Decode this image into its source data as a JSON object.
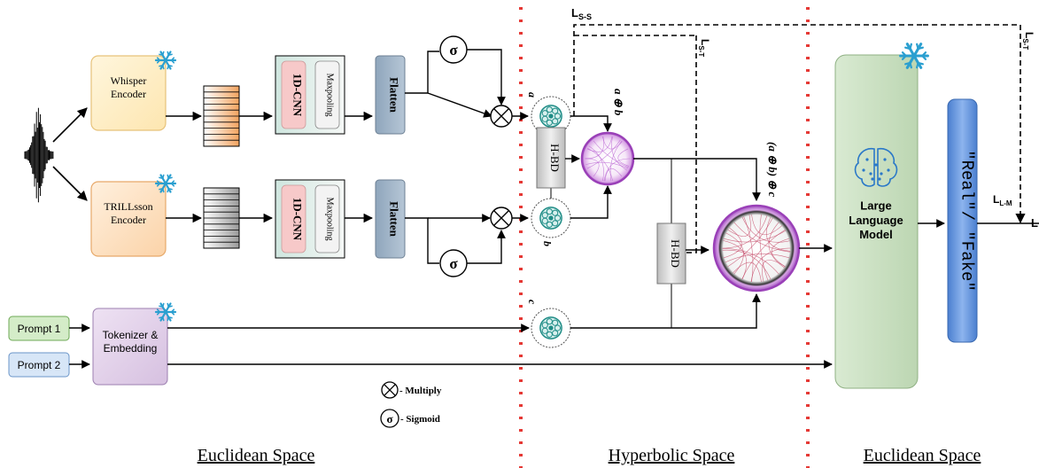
{
  "blocks": {
    "whisper": "Whisper\nEncoder",
    "trillsson": "TRILLsson\nEncoder",
    "cnn": "1D-CNN",
    "maxpool": "Maxpooling",
    "flatten": "Flatten",
    "tokenizer": "Tokenizer &\nEmbedding",
    "prompt1": "Prompt 1",
    "prompt2": "Prompt 2",
    "hbd": "H-BD",
    "llm": "Large\nLanguage\nModel",
    "output": "\"Real\"/ \"Fake\""
  },
  "math": {
    "a": "a",
    "b": "b",
    "c": "c",
    "ab": "a ⊕ b",
    "abc": "(a ⊕ b) ⊕ c"
  },
  "losses": {
    "lss_main": "L",
    "lss_sub": "S-S",
    "lst_main": "L",
    "lst_sub": "S-T",
    "llm_main": "L",
    "llm_sub": "L-M",
    "total": "L"
  },
  "legend": {
    "multiply": "- Multiply",
    "sigmoid": "- Sigmoid",
    "sigma": "σ"
  },
  "sections": {
    "left": "Euclidean Space",
    "middle": "Hyperbolic Space",
    "right": "Euclidean Space"
  },
  "colors": {
    "encoder_fill": "#fdf1cf",
    "encoder_stroke": "#e7c27a",
    "trill_fill": "#fde3c4",
    "cnn_red": "#f7c9c9",
    "flatten": "#9fb3c6",
    "token_fill": "#e4d4ea",
    "prompt1": "#d4ecc8",
    "prompt2": "#d7e6f7",
    "llm": "#cfe3c6",
    "output": "#5b8fd6",
    "separator": "#e53935",
    "sphere": "#a050c0"
  }
}
